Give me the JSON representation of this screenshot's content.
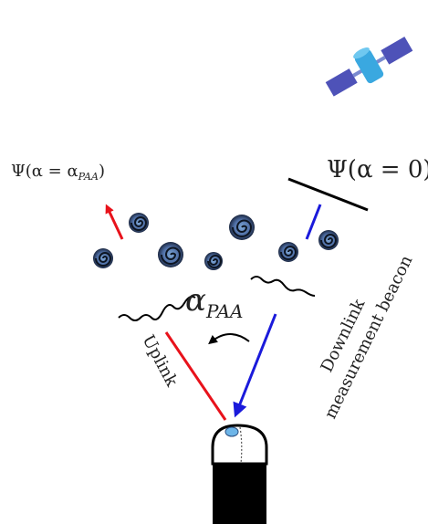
{
  "labels": {
    "psi_paa": "Ψ(α = α",
    "psi_paa_sub": "PAA",
    "psi_paa_close": ")",
    "psi_zero": "Ψ(α = 0)",
    "alpha": "α",
    "alpha_sub": "PAA",
    "uplink": "Uplink",
    "downlink_line1": "Downlink",
    "downlink_line2": "measurement beacon"
  },
  "colors": {
    "uplink": "#e8121b",
    "downlink": "#1a1adb",
    "satellite_body": "#3aa8e0",
    "satellite_panels": "#4e52b8",
    "telescope_dome": "#6db5e8",
    "turbulence_dark": "#1a2a3a",
    "turbulence_mid": "#5c7fb0"
  },
  "icons": {
    "satellite": "satellite-icon",
    "telescope": "telescope-icon",
    "turbulence": "turbulence-swirl-icon"
  }
}
